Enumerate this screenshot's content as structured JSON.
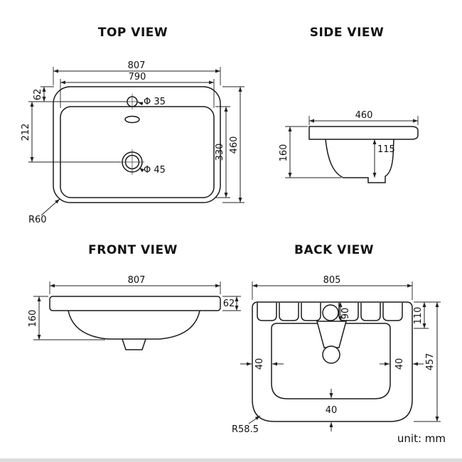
{
  "unit_label": "unit: mm",
  "views": {
    "top": {
      "title": "TOP VIEW",
      "dims": {
        "outer_width": "807",
        "inner_width": "790",
        "faucet_offset": "62",
        "faucet_to_drain": "212",
        "overall_depth": "460",
        "inner_depth": "330"
      },
      "labels": {
        "faucet_hole_dia": "Φ 35",
        "drain_hole_dia": "Φ 45",
        "corner_radius": "R60"
      }
    },
    "side": {
      "title": "SIDE VIEW",
      "dims": {
        "depth": "460",
        "overall_height": "160",
        "bowl_depth": "115"
      }
    },
    "front": {
      "title": "FRONT VIEW",
      "dims": {
        "width": "807",
        "rim_height": "62",
        "overall_height": "160"
      }
    },
    "back": {
      "title": "BACK VIEW",
      "dims": {
        "width": "805",
        "rim_band_height": "110",
        "faucet_hole_drop": "90",
        "overall_height": "457",
        "wall_left": "40",
        "wall_right": "40",
        "wall_bottom": "40"
      },
      "labels": {
        "corner_radius": "R58.5"
      }
    }
  },
  "colors": {
    "line": "#1a1a1a",
    "dimension": "#222222",
    "text": "#111111",
    "footer_bar": "#dcdcdc",
    "background": "#ffffff"
  }
}
